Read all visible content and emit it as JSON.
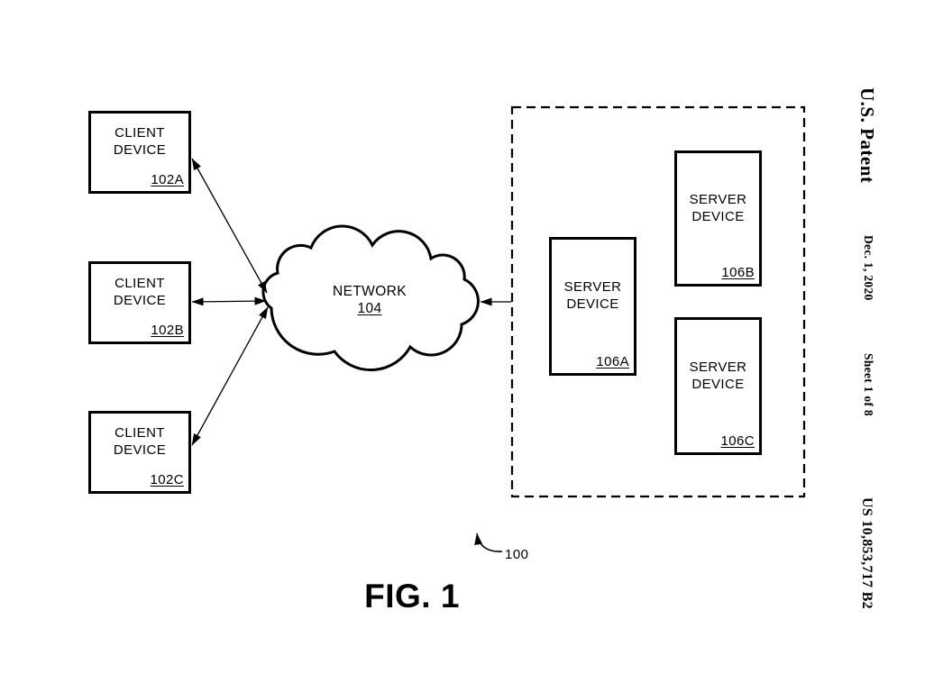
{
  "colors": {
    "ink": "#000000",
    "paper": "#ffffff"
  },
  "header": {
    "publication": "U.S. Patent",
    "date": "Dec. 1, 2020",
    "sheet": "Sheet 1 of 8",
    "patent_number": "US 10,853,717 B2"
  },
  "figure": {
    "caption": "FIG. 1",
    "system_ref": "100",
    "network": {
      "label": "NETWORK",
      "ref": "104"
    },
    "client_devices": [
      {
        "label": "CLIENT DEVICE",
        "ref": "102A"
      },
      {
        "label": "CLIENT DEVICE",
        "ref": "102B"
      },
      {
        "label": "CLIENT DEVICE",
        "ref": "102C"
      }
    ],
    "server_devices": [
      {
        "label": "SERVER DEVICE",
        "ref": "106A"
      },
      {
        "label": "SERVER DEVICE",
        "ref": "106B"
      },
      {
        "label": "SERVER DEVICE",
        "ref": "106C"
      }
    ]
  }
}
